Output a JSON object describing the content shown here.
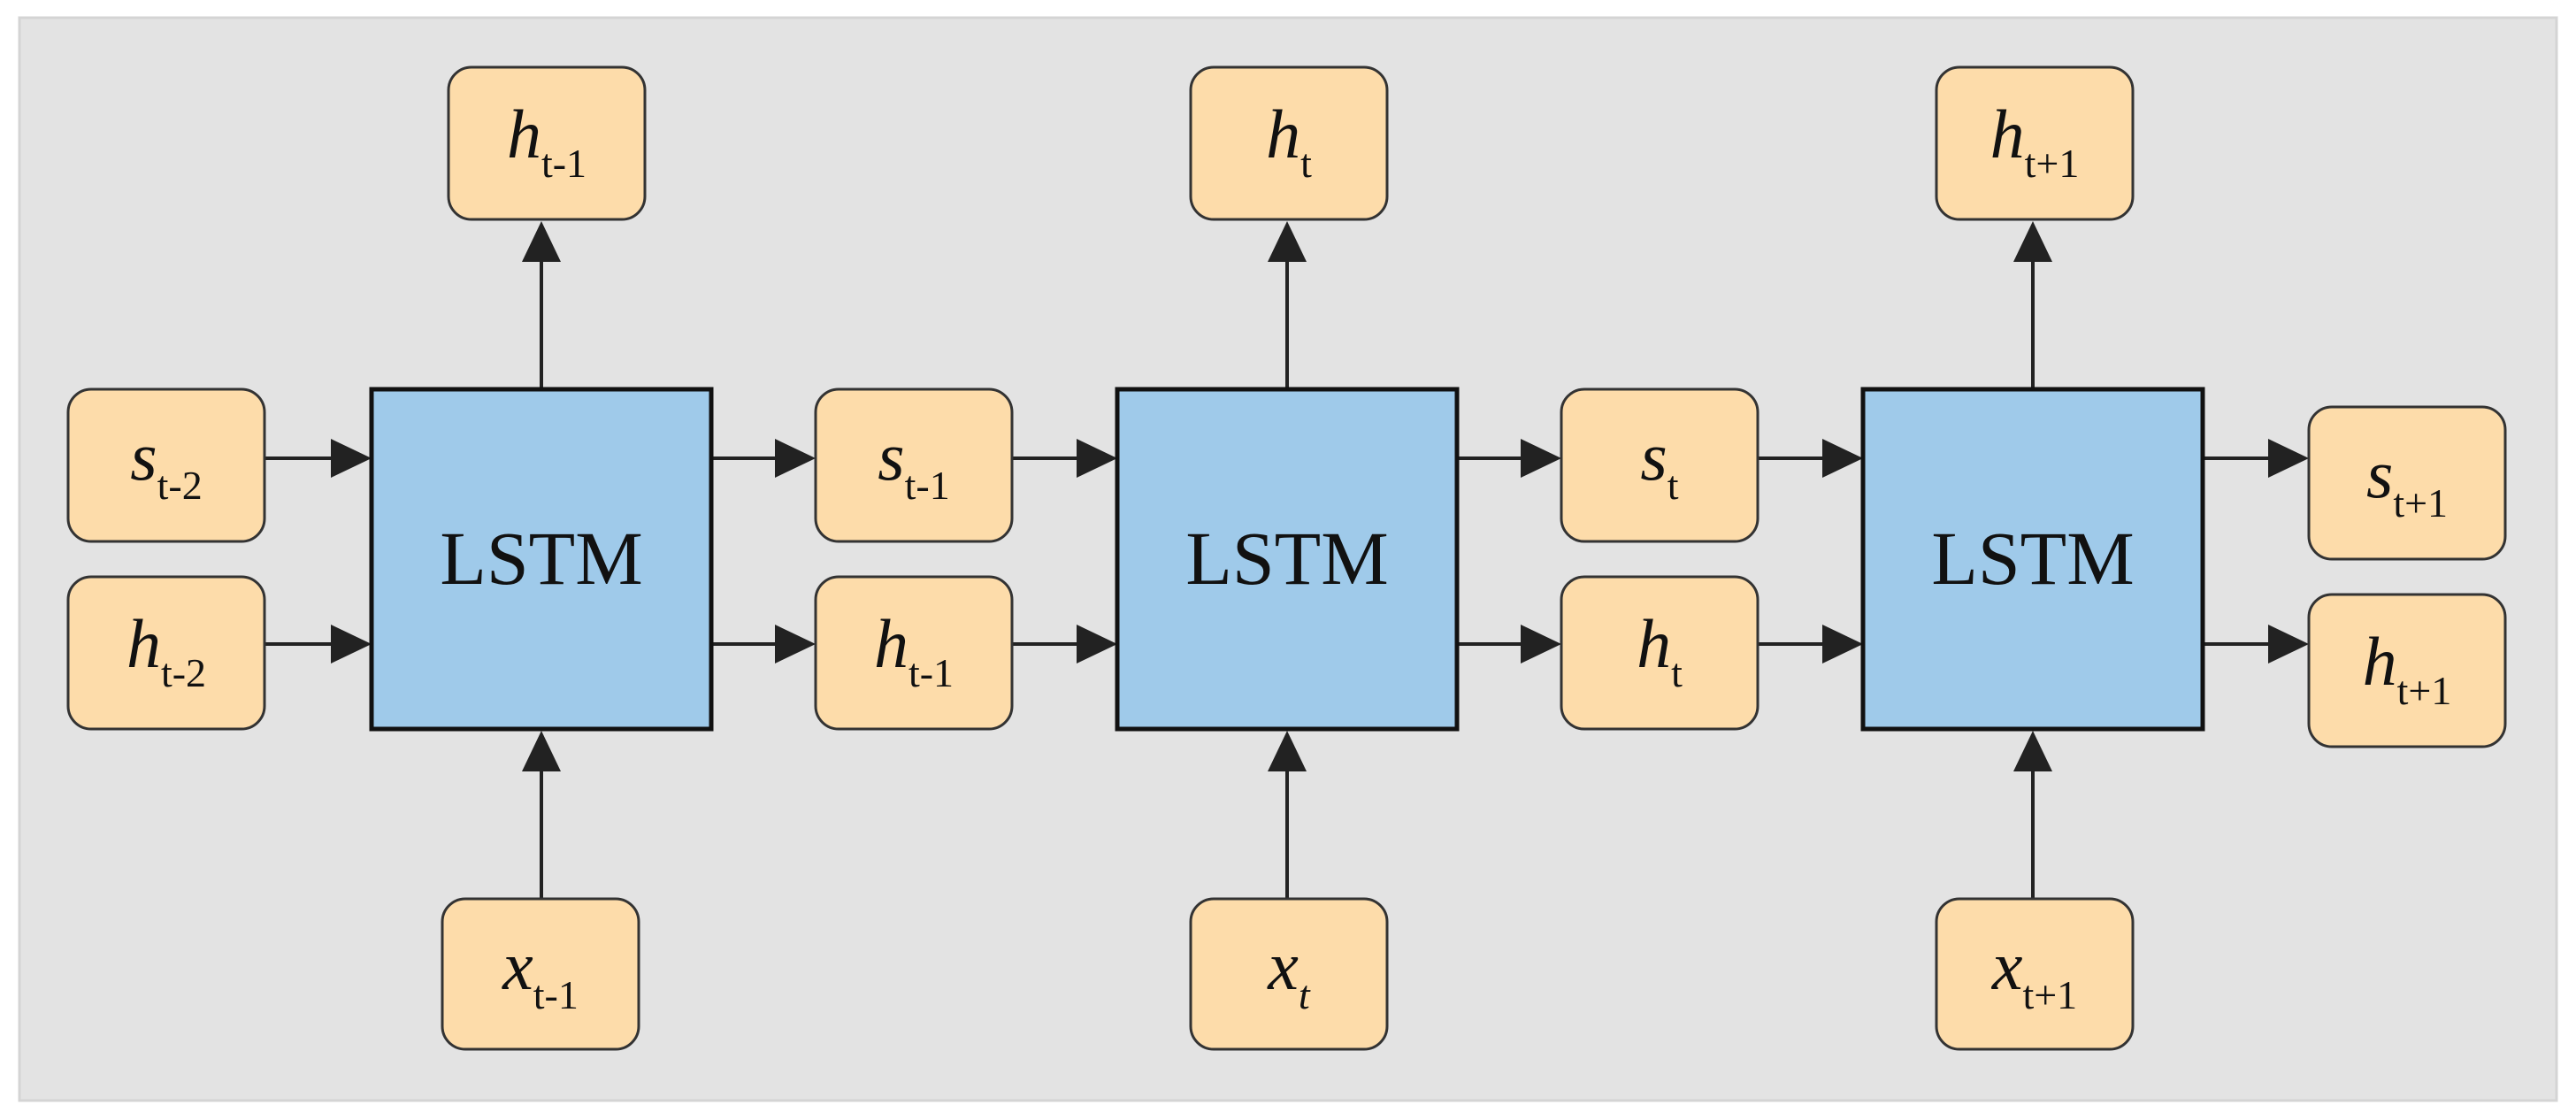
{
  "colors": {
    "background": "#e3e3e3",
    "frame": "#d4d4d4",
    "state_box_fill": "#fddcaa",
    "state_box_stroke": "#333333",
    "lstm_fill": "#9fcaea",
    "lstm_stroke": "#111111",
    "arrow": "#222222"
  },
  "lstm_cells": [
    {
      "label": "LSTM"
    },
    {
      "label": "LSTM"
    },
    {
      "label": "LSTM"
    }
  ],
  "outputs": [
    {
      "var": "h",
      "sub": "t-1"
    },
    {
      "var": "h",
      "sub": "t"
    },
    {
      "var": "h",
      "sub": "t+1"
    }
  ],
  "inputs": [
    {
      "var": "x",
      "sub": "t-1"
    },
    {
      "var": "x",
      "sub": "t",
      "sub_italic": true
    },
    {
      "var": "x",
      "sub": "t+1"
    }
  ],
  "carried_states": [
    {
      "s_sub": "t-2",
      "h_sub": "t-2"
    },
    {
      "s_sub": "t-1",
      "h_sub": "t-1"
    },
    {
      "s_sub": "t",
      "h_sub": "t"
    },
    {
      "s_sub": "t+1",
      "h_sub": "t+1"
    }
  ]
}
